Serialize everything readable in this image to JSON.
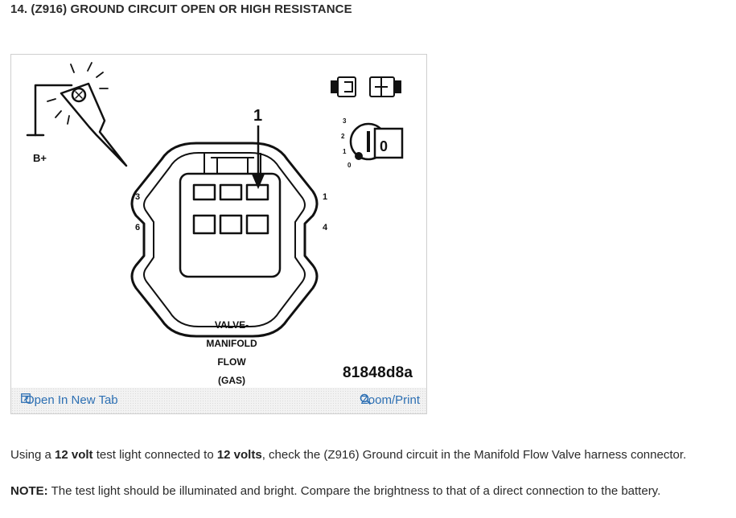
{
  "step": {
    "title": "14. (Z916) GROUND CIRCUIT OPEN OR HIGH RESISTANCE"
  },
  "figure": {
    "callout_number": "1",
    "bplus_label": "B+",
    "pin_labels": {
      "left_top": "3",
      "left_bottom": "6",
      "right_top": "1",
      "right_bottom": "4"
    },
    "ignition_positions": [
      "3",
      "2",
      "1",
      "0"
    ],
    "key_label": "0",
    "connector_label_lines": [
      "VALVE-",
      "MANIFOLD",
      "FLOW",
      "(GAS)"
    ],
    "figure_id": "81848d8a",
    "open_tab_label": "Open In New Tab",
    "zoom_label": "Zoom/Print",
    "link_color": "#2c6fb3"
  },
  "instructions": {
    "p1_a": "Using a ",
    "p1_b": "12 volt",
    "p1_c": " test light connected to ",
    "p1_d": "12 volts",
    "p1_e": ", check the (Z916) Ground circuit in the Manifold Flow Valve harness connector.",
    "note_label": "NOTE:",
    "note_text": " The test light should be illuminated and bright. Compare the brightness to that of a direct connection to the battery."
  }
}
